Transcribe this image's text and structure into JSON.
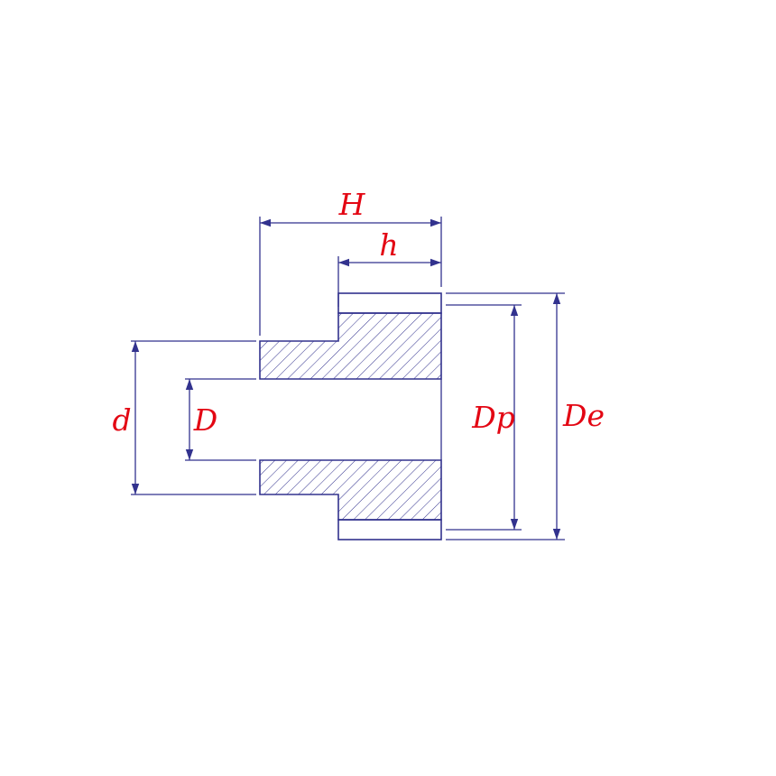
{
  "diagram": {
    "name": "gear-cross-section",
    "labels": {
      "H": "H",
      "h": "h",
      "d": "d",
      "D": "D",
      "Dp": "Dp",
      "De": "De"
    },
    "colors": {
      "line": "#32328e",
      "label": "#e30613",
      "background": "#ffffff"
    }
  }
}
